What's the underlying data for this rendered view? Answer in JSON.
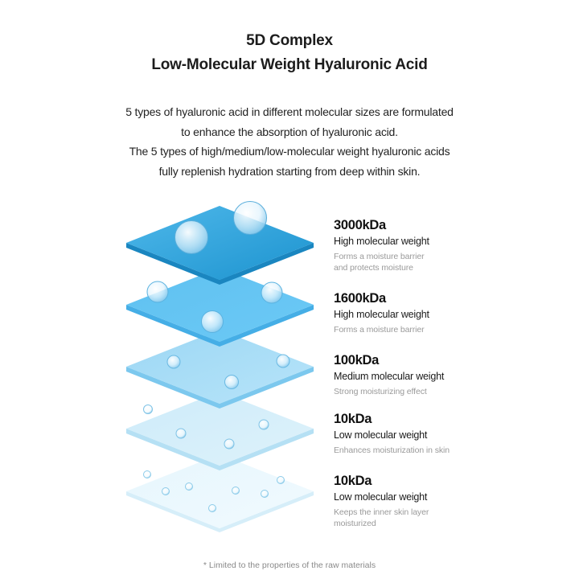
{
  "header": {
    "title_line1": "5D Complex",
    "title_line2": "Low-Molecular Weight Hyaluronic Acid"
  },
  "intro": {
    "line1": "5 types of hyaluronic acid in different molecular sizes are formulated",
    "line2": "to enhance the absorption of hyaluronic acid.",
    "line3": "The 5 types of high/medium/low-molecular weight hyaluronic acids",
    "line4": "fully replenish hydration starting from deep within skin."
  },
  "layers": [
    {
      "kda": "3000kDa",
      "type": "High molecular weight",
      "desc_line1": "Forms a moisture barrier",
      "desc_line2": "and protects moisture",
      "color_top": "#2fa3dc",
      "color_bottom": "#5cc0ef",
      "color_side": "#1d8cc6"
    },
    {
      "kda": "1600kDa",
      "type": "High molecular weight",
      "desc_line1": "Forms a moisture barrier",
      "desc_line2": "",
      "color_top": "#4cb6ec",
      "color_bottom": "#8ad5fb",
      "color_side": "#3aa7e2"
    },
    {
      "kda": "100kDa",
      "type": "Medium molecular weight",
      "desc_line1": "Strong moisturizing effect",
      "desc_line2": "",
      "color_top": "#8dd0f3",
      "color_bottom": "#c2e8fb",
      "color_side": "#74c2ec"
    },
    {
      "kda": "10kDa",
      "type": "Low molecular weight",
      "desc_line1": "Enhances moisturization in skin",
      "desc_line2": "",
      "color_top": "#c5e8f9",
      "color_bottom": "#e6f6fd",
      "color_side": "#a9dbf3"
    },
    {
      "kda": "10kDa",
      "type": "Low molecular weight",
      "desc_line1": "Keeps the inner skin layer",
      "desc_line2": "moisturized",
      "color_top": "#e2f4fc",
      "color_bottom": "#f4fbfe",
      "color_side": "#cdeaf7"
    }
  ],
  "footnote": "* Limited to the properties of the raw materials"
}
